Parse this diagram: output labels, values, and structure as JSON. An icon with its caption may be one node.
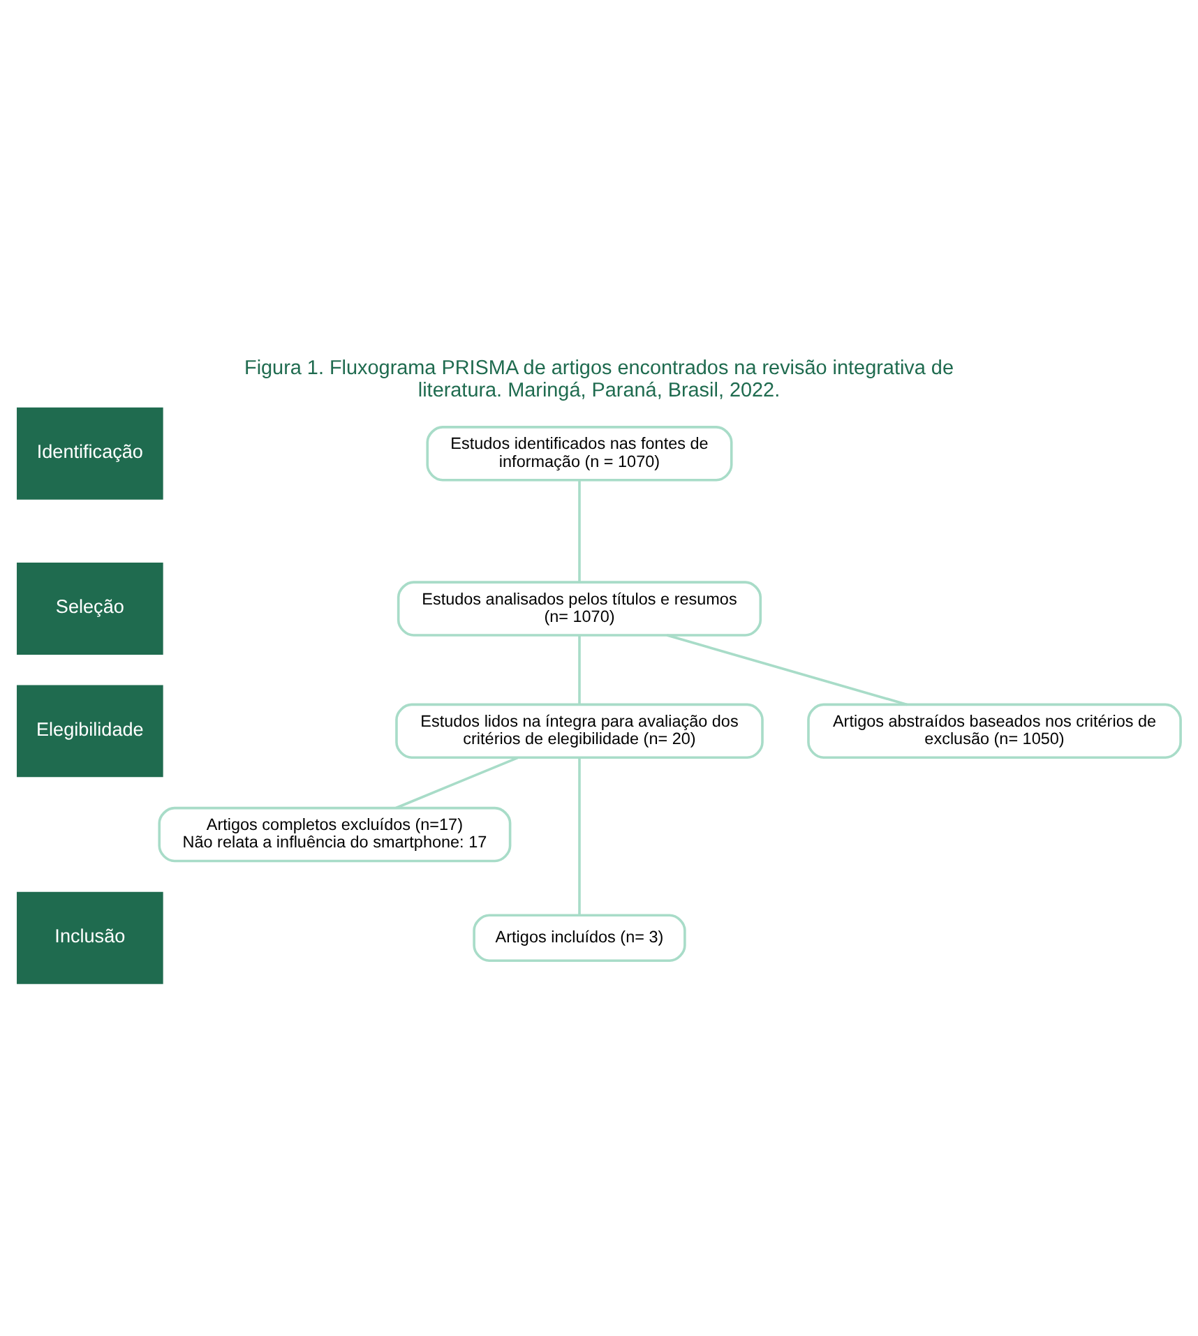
{
  "diagram": {
    "title": "Figura 1. Fluxograma PRISMA de artigos encontrados na revisão integrativa de literatura. Maringá, Paraná, Brasil, 2022.",
    "nodes": [
      {
        "text": [
          "Identificação"
        ]
      },
      {
        "text": [
          "Seleção"
        ]
      },
      {
        "text": [
          "Elegibilidade"
        ]
      },
      {
        "text": [
          "Inclusão"
        ]
      },
      {
        "text": [
          "Estudos identificados nas fontes de informação (n = 1070)"
        ]
      },
      {
        "text": [
          "Estudos analisados pelos títulos e resumos (n= 1070)"
        ]
      },
      {
        "text": [
          "Artigos abstraídos baseados nos critérios de exclusão (n= 1050)"
        ]
      },
      {
        "text": [
          "Estudos lidos na íntegra para avaliação dos critérios de elegibilidade (n= 20)"
        ]
      },
      {
        "text": [
          "Artigos completos excluídos (n=17)",
          "Não relata a influência do smartphone: 17"
        ]
      },
      {
        "text": [
          "Artigos incluídos (n= 3)"
        ]
      }
    ],
    "edges": [
      {
        "from": 4,
        "to": 5,
        "arrow": "none"
      },
      {
        "from": 5,
        "to": 7,
        "arrow": "none"
      },
      {
        "from": 5,
        "to": 6,
        "arrow": "none"
      },
      {
        "from": 7,
        "to": 9,
        "arrow": "none"
      },
      {
        "from": 7,
        "to": 8,
        "arrow": "none"
      }
    ]
  }
}
